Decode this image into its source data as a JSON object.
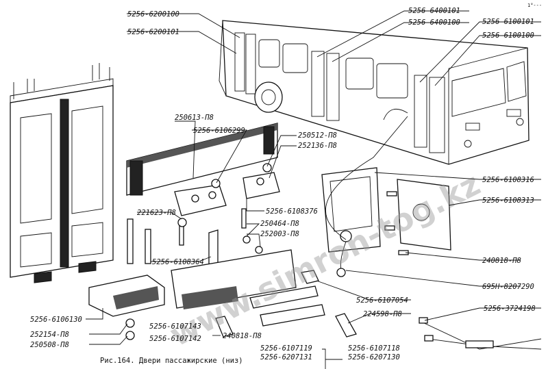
{
  "caption": "Рис.164. Двери пассажирские (низ)",
  "corner_mark": "1°---",
  "watermark": "www.simron-tog.kz",
  "labels": {
    "l1": "5256-6200100",
    "l2": "5256-6200101",
    "l3": "5256-6400101",
    "l4": "5256-6400100",
    "l5": "5256-6100101",
    "l6": "5256-6100100",
    "l7": "250613-П8",
    "l8": "5256-6106299",
    "l9": "250512-П8",
    "l10": "252136-П8",
    "l11": "5256-6108316",
    "l12": "5256-6108313",
    "l13": "5256-6108376",
    "l14": "221623-П8",
    "l15": "250464-П8",
    "l16": "252003-П8",
    "l17": "5256-6108364",
    "l18": "240818-П8",
    "l19": "695Н-8207290",
    "l20": "5256-6107054",
    "l21": "224598-П8",
    "l22": "5256-3724198",
    "l23": "5256-6106130",
    "l24": "5256-6107143",
    "l25": "252154-П8",
    "l26": "5256-6107142",
    "l27": "250508-П8",
    "l28": "240818-П8",
    "l29": "5256-6107119",
    "l30": "5256-6207131",
    "l31": "5256-6107118",
    "l32": "5256-6207130"
  }
}
